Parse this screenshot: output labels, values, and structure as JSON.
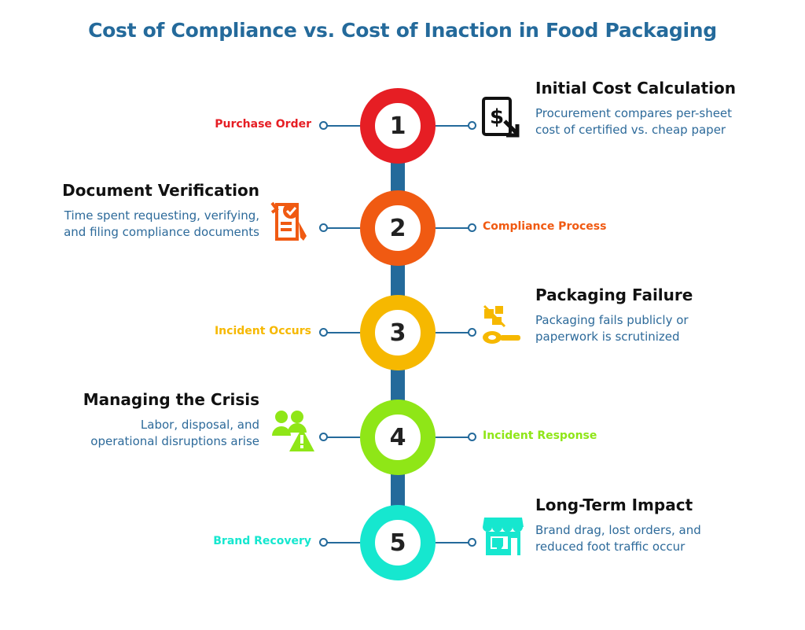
{
  "title": "Cost of Compliance vs. Cost of Inaction in Food Packaging",
  "colors": {
    "spine": "#246a9b",
    "step1": "#e61e24",
    "step2": "#f05a12",
    "step3": "#f6b800",
    "step4": "#8fe617",
    "step5": "#16e7cf"
  },
  "steps": [
    {
      "number": "1",
      "phase": "Purchase Order",
      "heading": "Initial Cost Calculation",
      "description": "Procurement compares per-sheet\ncost of certified vs. cheap paper",
      "icon": "dollar-document-icon"
    },
    {
      "number": "2",
      "phase": "Compliance Process",
      "heading": "Document Verification",
      "description": "Time spent requesting, verifying,\nand filing compliance documents",
      "icon": "checklist-clipboard-icon"
    },
    {
      "number": "3",
      "phase": "Incident Occurs",
      "heading": "Packaging Failure",
      "description": "Packaging fails publicly or\npaperwork is scrutinized",
      "icon": "broken-package-icon"
    },
    {
      "number": "4",
      "phase": "Incident Response",
      "heading": "Managing the Crisis",
      "description": "Labor, disposal, and\noperational disruptions arise",
      "icon": "people-warning-icon"
    },
    {
      "number": "5",
      "phase": "Brand Recovery",
      "heading": "Long-Term Impact",
      "description": "Brand drag, lost orders, and\nreduced foot traffic occur",
      "icon": "store-thumbs-down-icon"
    }
  ]
}
